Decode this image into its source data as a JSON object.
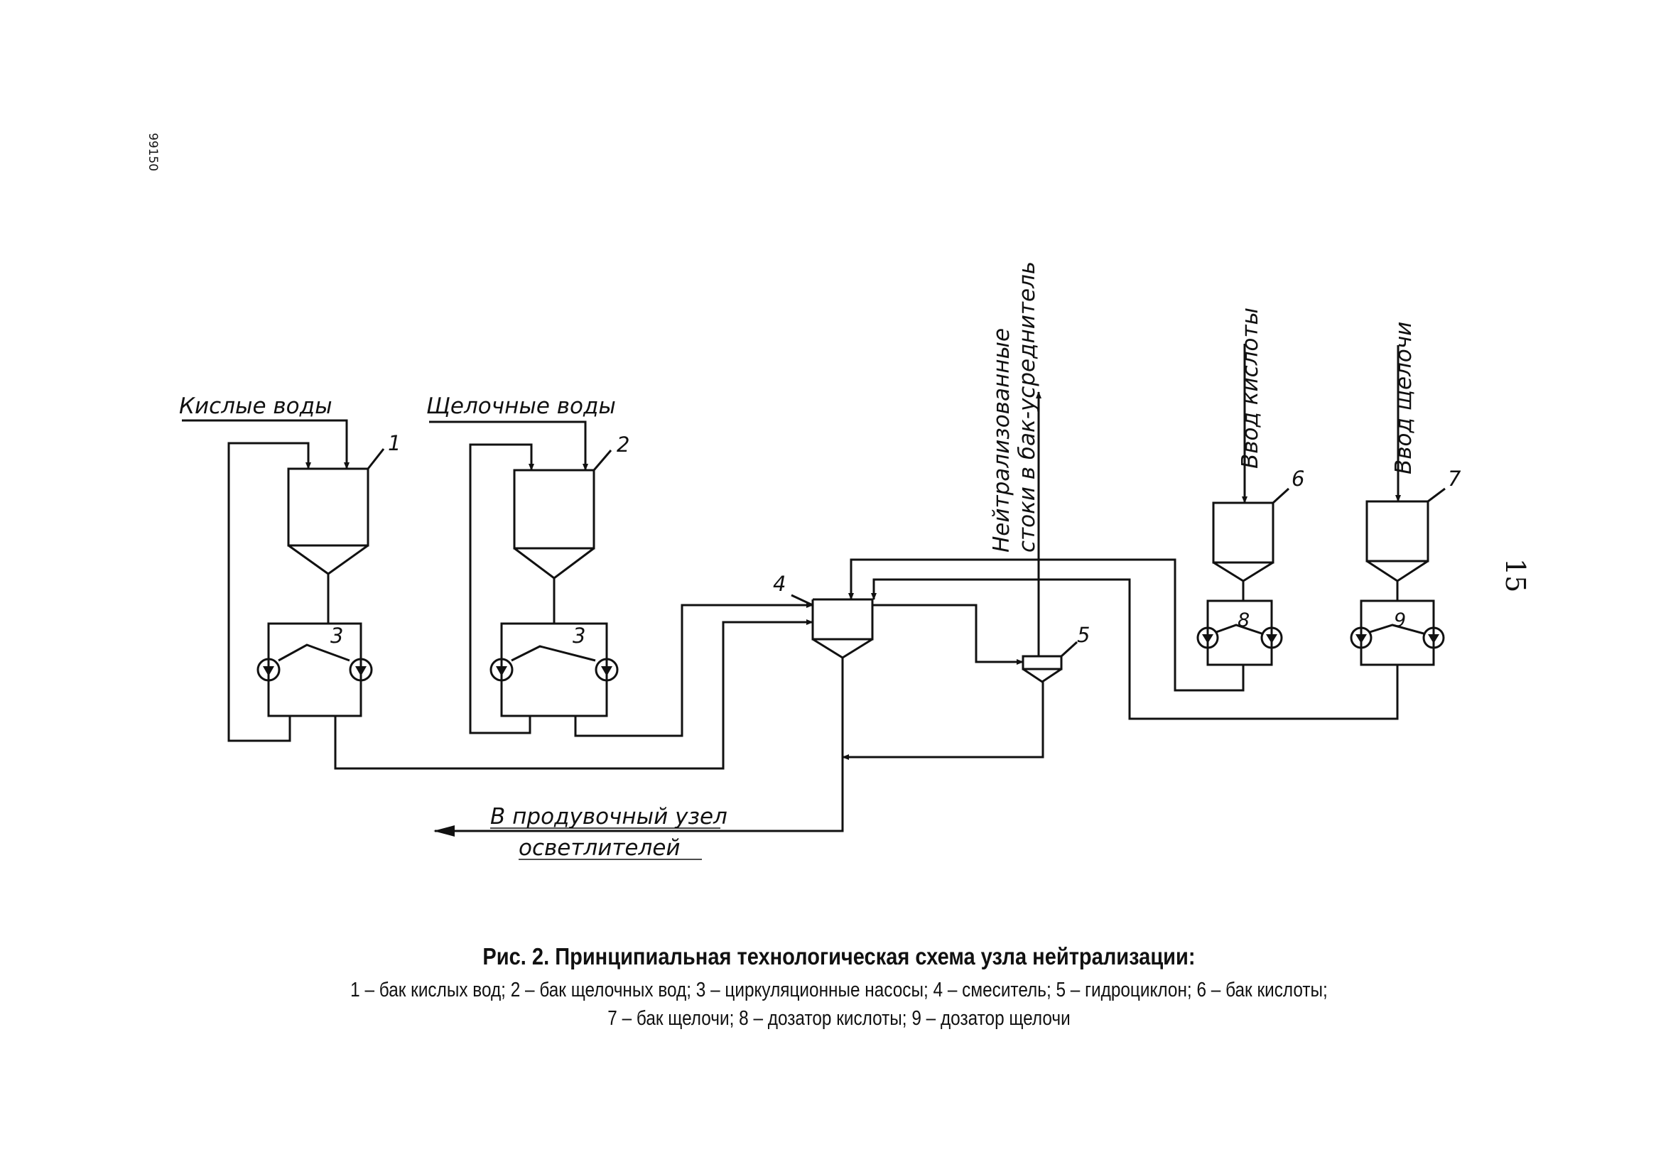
{
  "document": {
    "doc_number": "99150",
    "page_number": "15"
  },
  "diagram": {
    "inlets": {
      "acid_waters": "Кислые воды",
      "alkaline_waters": "Щелочные воды",
      "acid_input": "Ввод кислоты",
      "alkali_input": "Ввод щелочи"
    },
    "outlets": {
      "neutralized_line1": "Нейтрализованные",
      "neutralized_line2": "стоки в бак-усреднитель",
      "blowdown_line1": "В продувочный узел",
      "blowdown_line2": "осветлителей"
    },
    "labels": {
      "n1": "1",
      "n2": "2",
      "n3a": "3",
      "n3b": "3",
      "n4": "4",
      "n5": "5",
      "n6": "6",
      "n7": "7",
      "n8": "8",
      "n9": "9"
    }
  },
  "caption": {
    "title": "Рис. 2. Принципиальная технологическая схема узла нейтрализации:",
    "line1": "1 – бак кислых вод; 2 – бак щелочных вод; 3 – циркуляционные насосы; 4 – смеситель; 5 – гидроциклон; 6 – бак кислоты;",
    "line2": "7 – бак щелочи; 8 – дозатор кислоты; 9 – дозатор щелочи"
  }
}
